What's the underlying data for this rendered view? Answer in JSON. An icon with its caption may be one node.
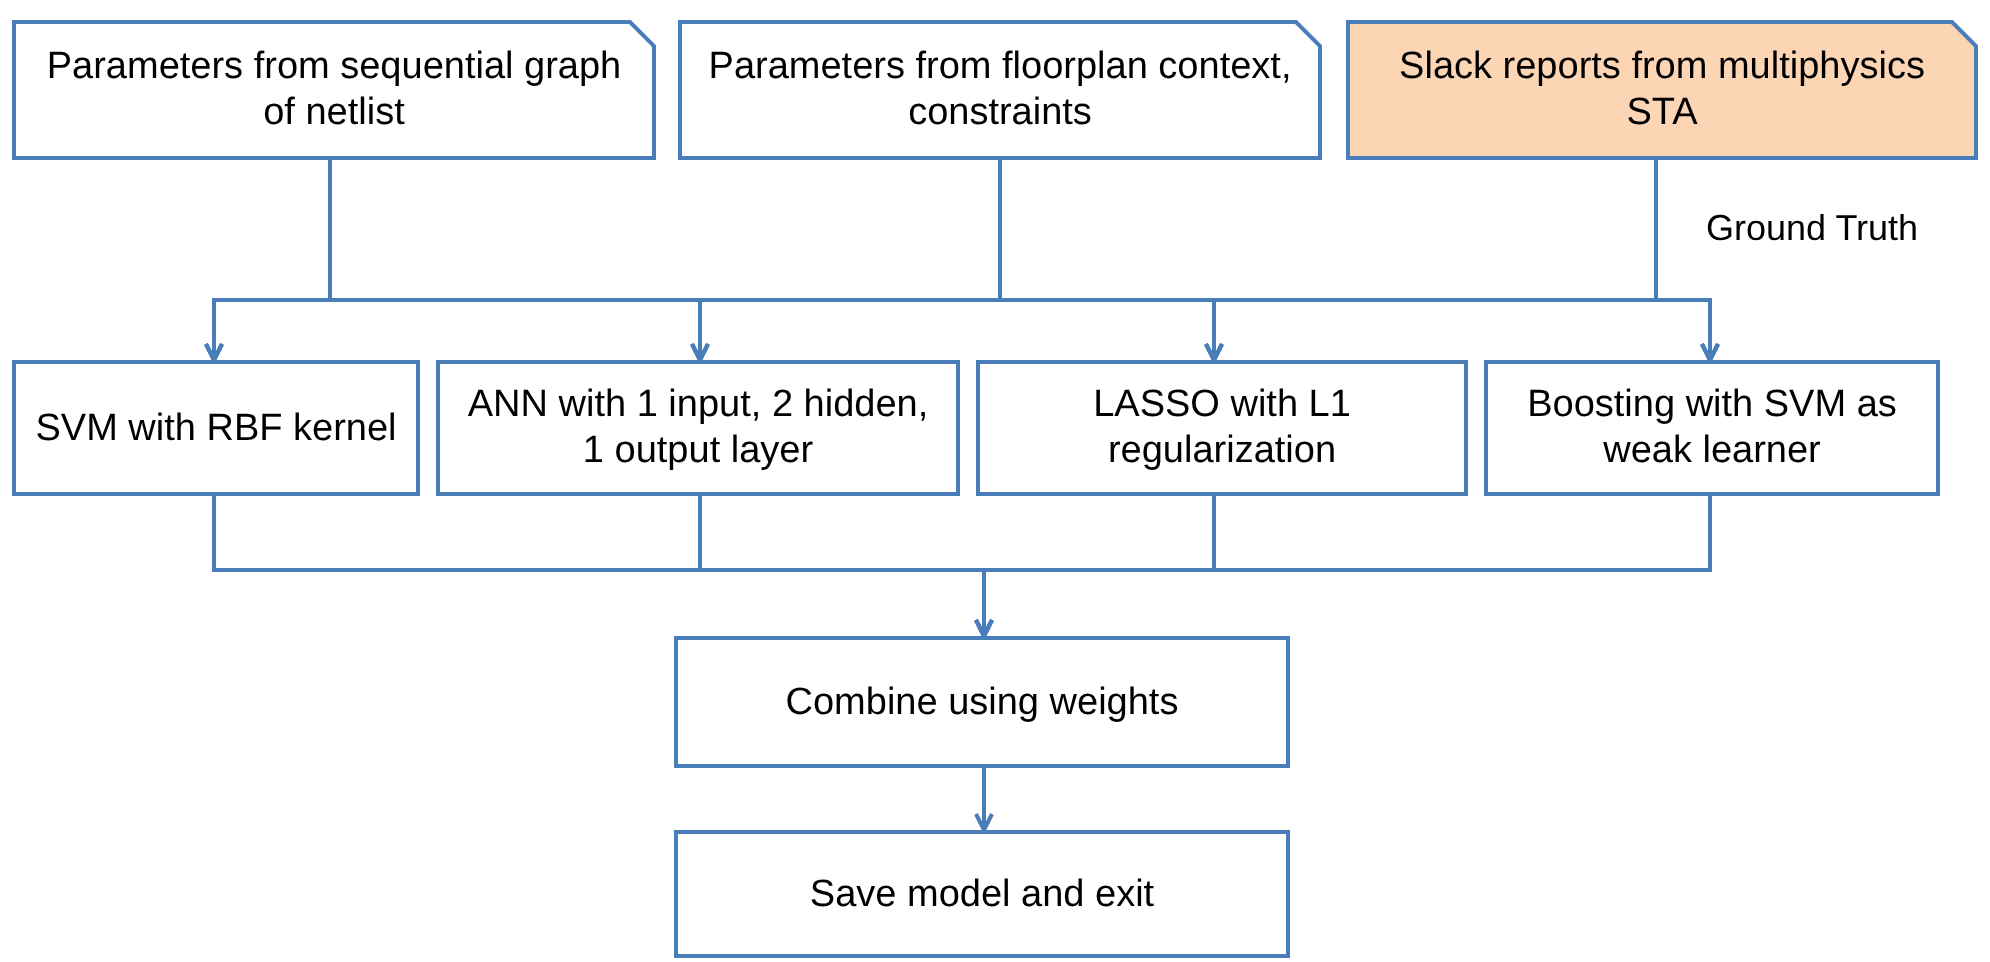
{
  "diagram": {
    "nodes": [
      {
        "text": [
          "Parameters from sequential graph of netlist"
        ]
      },
      {
        "text": [
          "Parameters from floorplan context, constraints"
        ]
      },
      {
        "text": [
          "Slack reports from multiphysics STA"
        ]
      },
      {
        "text": [
          "SVM with RBF kernel"
        ]
      },
      {
        "text": [
          "ANN with 1 input, 2 hidden, 1 output layer"
        ]
      },
      {
        "text": [
          "LASSO with L1 regularization"
        ]
      },
      {
        "text": [
          "Boosting with SVM as weak learner"
        ]
      },
      {
        "text": [
          "Combine using weights"
        ]
      },
      {
        "text": [
          "Save model and exit"
        ]
      }
    ],
    "edges": [
      {
        "from": 0,
        "to": 3,
        "arrow": "to"
      },
      {
        "from": 0,
        "to": 4,
        "arrow": "to"
      },
      {
        "from": 0,
        "to": 5,
        "arrow": "to"
      },
      {
        "from": 0,
        "to": 6,
        "arrow": "to"
      },
      {
        "from": 1,
        "to": 3,
        "arrow": "to"
      },
      {
        "from": 1,
        "to": 4,
        "arrow": "to"
      },
      {
        "from": 1,
        "to": 5,
        "arrow": "to"
      },
      {
        "from": 1,
        "to": 6,
        "arrow": "to"
      },
      {
        "from": 2,
        "to": 3,
        "arrow": "to"
      },
      {
        "from": 2,
        "to": 4,
        "arrow": "to"
      },
      {
        "from": 2,
        "to": 5,
        "arrow": "to"
      },
      {
        "from": 2,
        "to": 6,
        "arrow": "to"
      },
      {
        "from": 3,
        "to": 7,
        "arrow": "to"
      },
      {
        "from": 4,
        "to": 7,
        "arrow": "to"
      },
      {
        "from": 5,
        "to": 7,
        "arrow": "to"
      },
      {
        "from": 6,
        "to": 7,
        "arrow": "to"
      },
      {
        "from": 7,
        "to": 8,
        "arrow": "to"
      }
    ],
    "labels": [
      "Ground Truth"
    ]
  }
}
